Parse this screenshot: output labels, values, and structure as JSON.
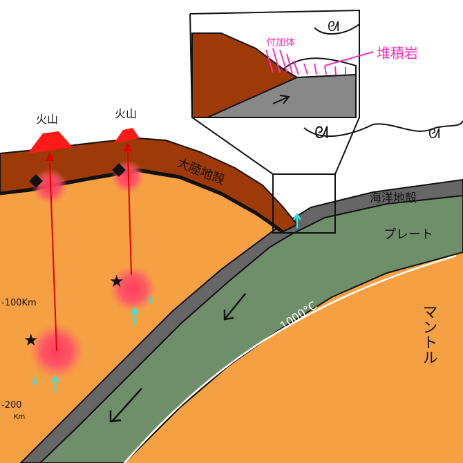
{
  "labels": {
    "volcano_left": "火山",
    "volcano_right": "火山",
    "continental_crust": "大陸地殻",
    "oceanic_crust": "海洋地殻",
    "plate": "プレート",
    "mantle": "マントル",
    "accretionary_prism": "付加体",
    "sediment": "堆積岩",
    "depth_100": "-100Km",
    "depth_200_a": "-200",
    "depth_200_b": "Km",
    "isotherm": "1000°C"
  },
  "colors": {
    "mantle": "#f5a043",
    "continental_crust": "#9e3a08",
    "oceanic_crust": "#666666",
    "plate": "#6f8f6a",
    "volcano": "#ff1a1a",
    "magma": "#ff3b5c",
    "water_arrow": "#2ee6e6",
    "accretion": "#ff2bb5",
    "sediment_label": "#ff2bb5",
    "outline": "#111111"
  },
  "icons": [
    "star-icon",
    "water-arrow-icon",
    "subduction-arrow-icon",
    "wave-icon",
    "volcano-icon"
  ]
}
